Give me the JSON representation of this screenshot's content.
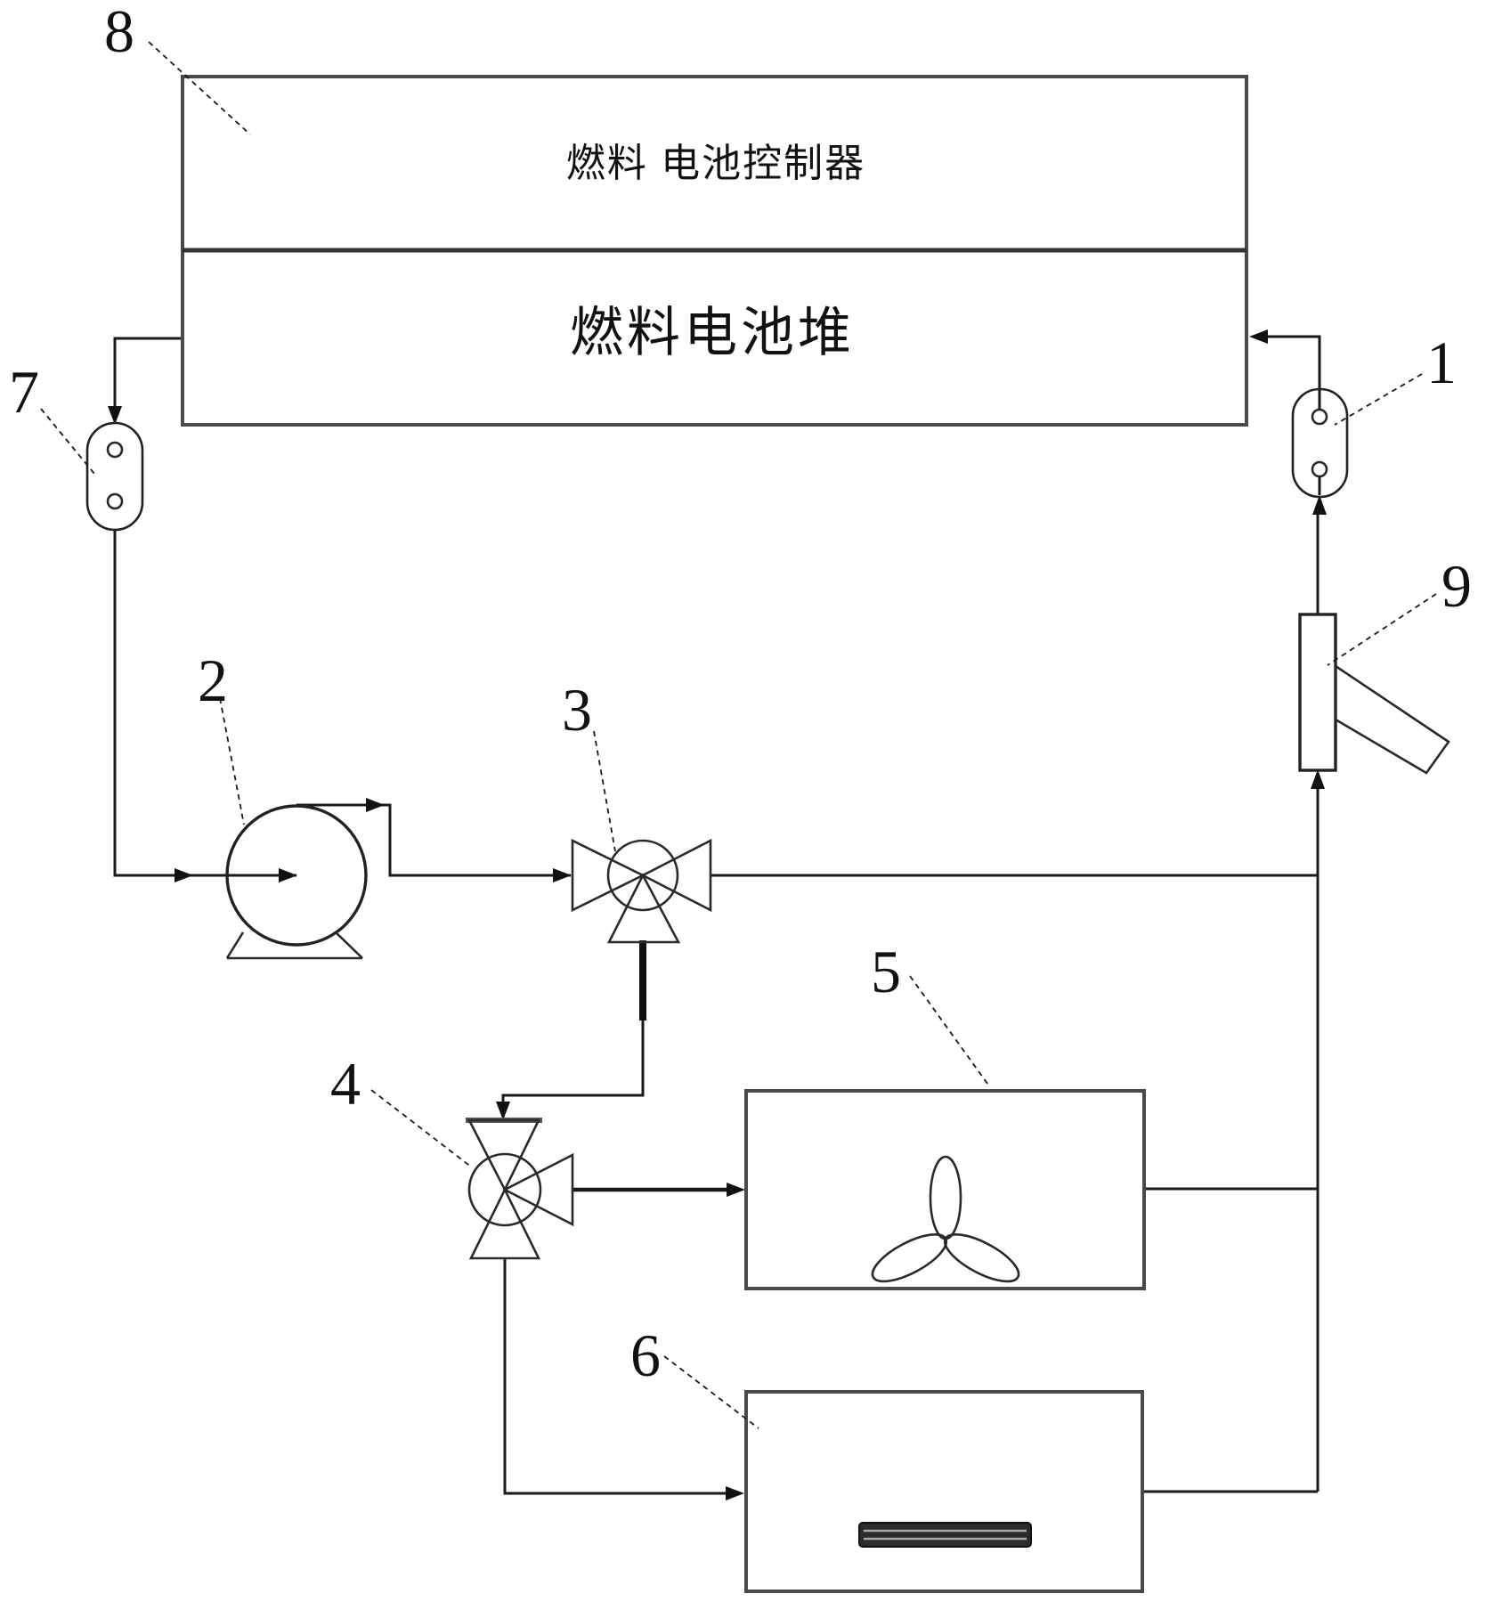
{
  "colors": {
    "line": "#1a1a1a",
    "box_border": "#4a4a4a",
    "text": "#111111",
    "background": "#ffffff"
  },
  "fuel_cell_unit": {
    "controller_label": "燃料 电池控制器",
    "stack_label": "燃料电池堆"
  },
  "part_labels": {
    "p1": "1",
    "p2": "2",
    "p3": "3",
    "p4": "4",
    "p5": "5",
    "p6": "6",
    "p7": "7",
    "p8": "8",
    "p9": "9"
  }
}
